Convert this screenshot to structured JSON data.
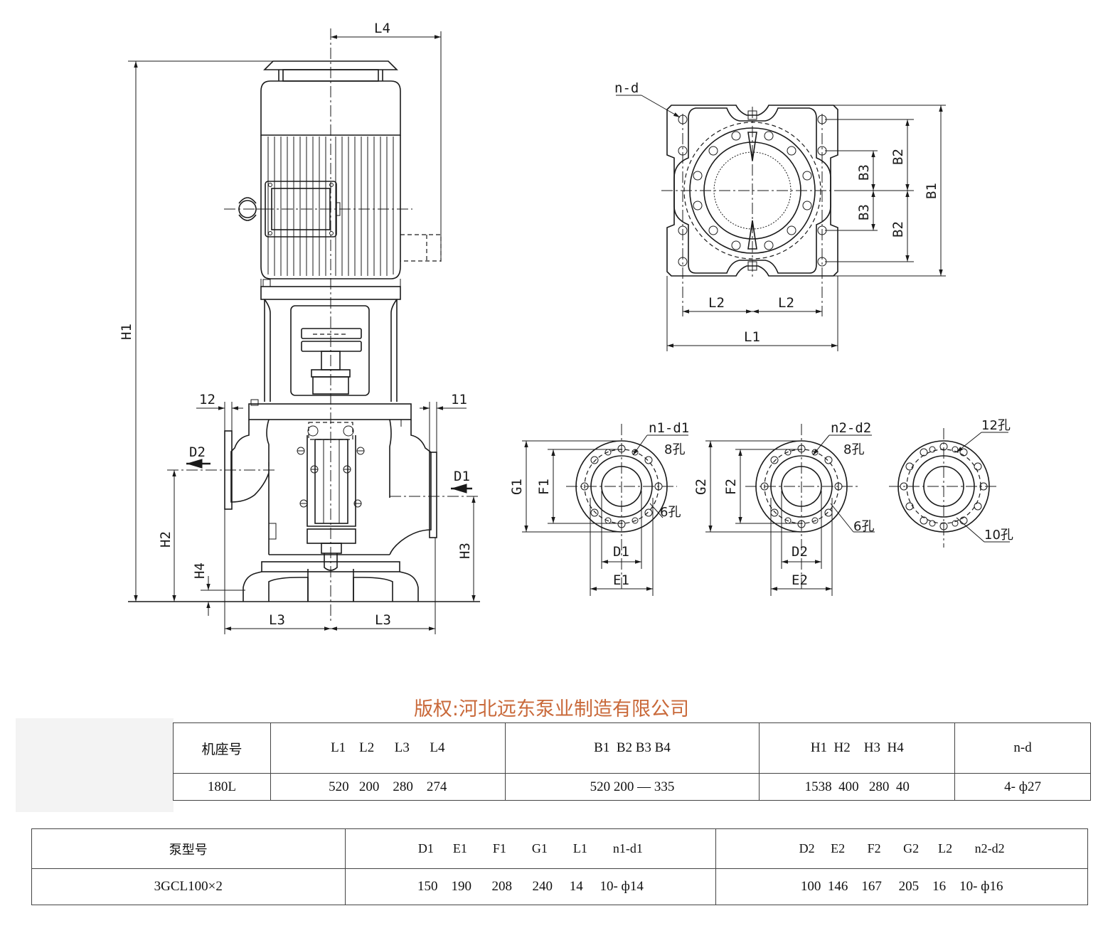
{
  "drawing": {
    "side_view": {
      "labels": {
        "L4": "L4",
        "H1": "H1",
        "H2": "H2",
        "H3": "H3",
        "H4": "H4",
        "D2": "D2",
        "D1": "D1",
        "L3_left": "L3",
        "L3_right": "L3",
        "dim_12": "12",
        "dim_11": "11"
      }
    },
    "top_view": {
      "labels": {
        "nd": "n-d",
        "B2_top": "B2",
        "B3_top": "B3",
        "B3_bottom": "B3",
        "B2_bottom": "B2",
        "B1": "B1",
        "L2_left": "L2",
        "L2_right": "L2",
        "L1": "L1"
      }
    },
    "flange_outlet": {
      "labels": {
        "n1d1": "n1-d1",
        "holes8": "8孔",
        "holes6": "6孔",
        "G1": "G1",
        "F1": "F1",
        "D1": "D1",
        "E1": "E1"
      }
    },
    "flange_inlet": {
      "labels": {
        "n2d2": "n2-d2",
        "holes8": "8孔",
        "holes6": "6孔",
        "G2": "G2",
        "F2": "F2",
        "D2": "D2",
        "E2": "E2"
      }
    },
    "flange_alt": {
      "labels": {
        "holes12": "12孔",
        "holes10": "10孔"
      }
    }
  },
  "copyright": "版权:河北远东泵业制造有限公司",
  "frame_table": {
    "headers": [
      "机座号",
      "L1    L2      L3      L4",
      "B1  B2 B3 B4",
      "H1  H2    H3  H4",
      "n-d"
    ],
    "row": [
      "180L",
      "520   200    280    274",
      "520 200 — 335",
      "1538  400   280  40",
      "4- ф27"
    ]
  },
  "pump_table": {
    "headers": [
      "泵型号",
      "D1      E1        F1        G1        L1        n1-d1",
      "D2     E2       F2       G2      L2       n2-d2"
    ],
    "row": [
      "3GCL100×2",
      "150    190      208      240     14     10- ф14",
      "100  146    167     205    16    10- ф16"
    ]
  }
}
